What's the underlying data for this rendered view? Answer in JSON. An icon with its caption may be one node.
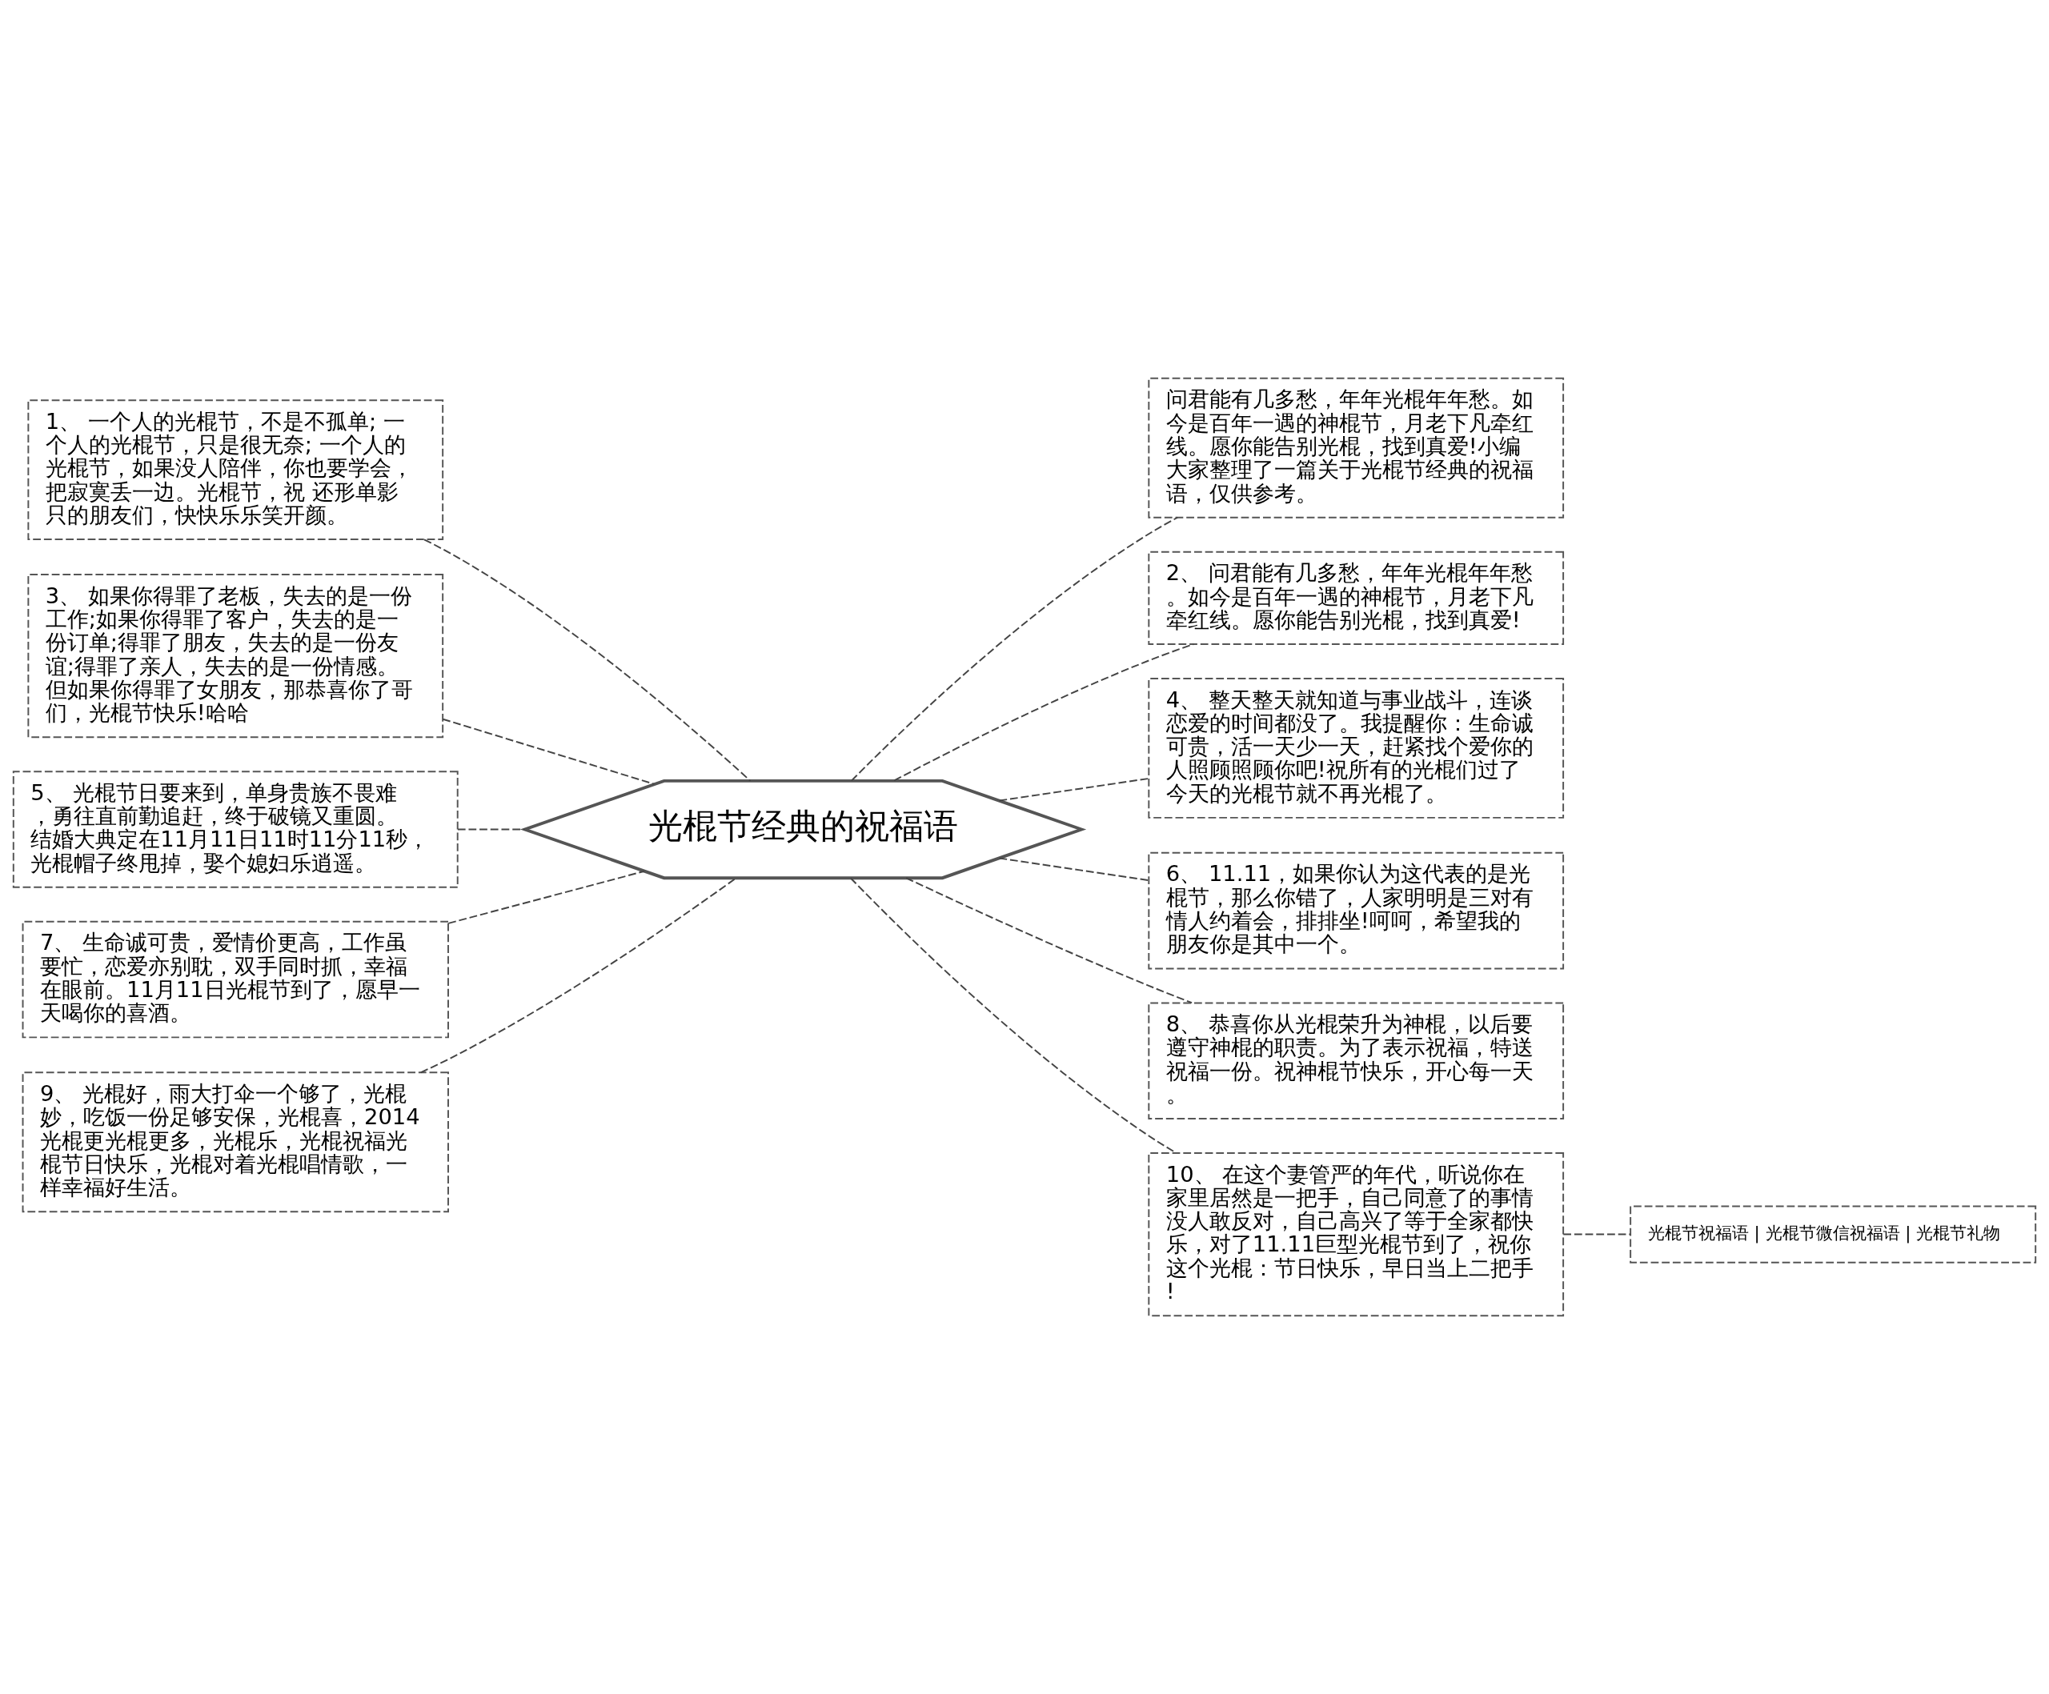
{
  "diagram": {
    "nodes": [
      {
        "text": [
          "光棍节经典的祝福语"
        ]
      },
      {
        "text": [
          "1、 一个人的光棍节，不是不孤单; 一个人的光棍节，只是很无奈; 一个人的光棍节，如果没人陪伴，你也要学会，把寂寞丢一边。光棍节，祝 还形单影只的朋友们，快快乐乐笑开颜。"
        ]
      },
      {
        "text": [
          "3、 如果你得罪了老板，失去的是一份工作;如果你得罪了客户，失去的是一份订单;得罪了朋友，失去的是一份友谊;得罪了亲人，失去的是一份情感。但如果你得罪了女朋友，那恭喜你了哥们，光棍节快乐!哈哈"
        ]
      },
      {
        "text": [
          "5、 光棍节日要来到，单身贵族不畏难，勇往直前勤追赶，终于破镜又重圆。结婚大典定在11月11日11时11分11秒，光棍帽子终甩掉，娶个媳妇乐逍遥。"
        ]
      },
      {
        "text": [
          "7、 生命诚可贵，爱情价更高，工作虽要忙，恋爱亦别耽，双手同时抓，幸福在眼前。11月11日光棍节到了，愿早一天喝你的喜酒。"
        ]
      },
      {
        "text": [
          "9、 光棍好，雨大打伞一个够了，光棍妙，吃饭一份足够安保，光棍喜，2014光棍更光棍更多，光棍乐，光棍祝福光棍节日快乐，光棍对着光棍唱情歌，一样幸福好生活。"
        ]
      },
      {
        "text": [
          "问君能有几多愁，年年光棍年年愁。如今是百年一遇的神棍节，月老下凡牵红线。愿你能告别光棍，找到真爱!小编大家整理了一篇关于光棍节经典的祝福语，仅供参考。"
        ]
      },
      {
        "text": [
          "2、 问君能有几多愁，年年光棍年年愁。如今是百年一遇的神棍节，月老下凡牵红线。愿你能告别光棍，找到真爱!"
        ]
      },
      {
        "text": [
          "4、 整天整天就知道与事业战斗，连谈恋爱的时间都没了。我提醒你：生命诚可贵，活一天少一天，赶紧找个爱你的人照顾照顾你吧!祝所有的光棍们过了今天的光棍节就不再光棍了。"
        ]
      },
      {
        "text": [
          "6、 11.11，如果你认为这代表的是光棍节，那么你错了，人家明明是三对有情人约着会，排排坐!呵呵，希望我的朋友你是其中一个。"
        ]
      },
      {
        "text": [
          "8、 恭喜你从光棍荣升为神棍，以后要遵守神棍的职责。为了表示祝福，特送祝福一份。祝神棍节快乐，开心每一天。"
        ]
      },
      {
        "text": [
          "10、 在这个妻管严的年代，听说你在家里居然是一把手，自己同意了的事情没人敢反对，自己高兴了等于全家都快乐，对了11.11巨型光棍节到了，祝你这个光棍：节日快乐，早日当上二把手!"
        ]
      },
      {
        "text": [
          "光棍节祝福语 | 光棍节微信祝福语 | 光棍节礼物"
        ]
      }
    ],
    "edges": [
      {
        "from": 1,
        "to": 0,
        "arrow": "none",
        "style": "dashed"
      },
      {
        "from": 2,
        "to": 0,
        "arrow": "none",
        "style": "dashed"
      },
      {
        "from": 3,
        "to": 0,
        "arrow": "none",
        "style": "dashed"
      },
      {
        "from": 4,
        "to": 0,
        "arrow": "none",
        "style": "dashed"
      },
      {
        "from": 5,
        "to": 0,
        "arrow": "none",
        "style": "dashed"
      },
      {
        "from": 0,
        "to": 6,
        "arrow": "none",
        "style": "dashed"
      },
      {
        "from": 0,
        "to": 7,
        "arrow": "none",
        "style": "dashed"
      },
      {
        "from": 0,
        "to": 8,
        "arrow": "none",
        "style": "dashed"
      },
      {
        "from": 0,
        "to": 9,
        "arrow": "none",
        "style": "dashed"
      },
      {
        "from": 0,
        "to": 10,
        "arrow": "none",
        "style": "dashed"
      },
      {
        "from": 0,
        "to": 11,
        "arrow": "none",
        "style": "dashed"
      },
      {
        "from": 11,
        "to": 12,
        "arrow": "none",
        "style": "dashed"
      }
    ]
  }
}
